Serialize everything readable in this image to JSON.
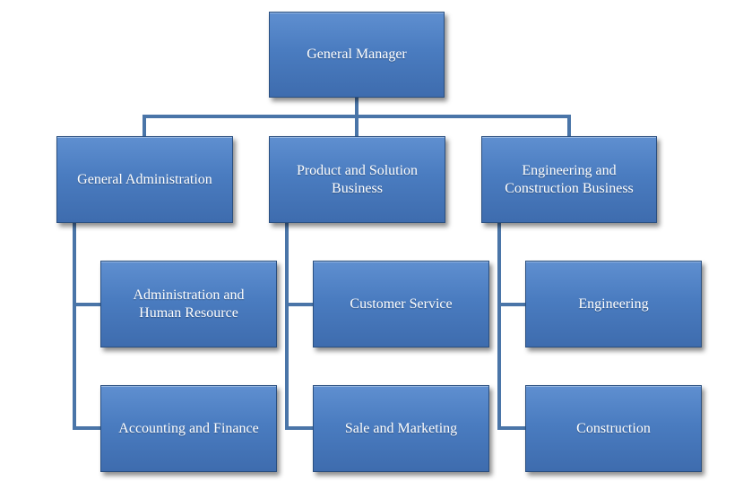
{
  "org_chart": {
    "root": {
      "label": "General Manager"
    },
    "departments": [
      {
        "label": "General Administration",
        "units": [
          "Administration and\nHuman Resource",
          "Accounting and Finance"
        ]
      },
      {
        "label": "Product and Solution\nBusiness",
        "units": [
          "Customer Service",
          "Sale and Marketing"
        ]
      },
      {
        "label": "Engineering and\nConstruction Business",
        "units": [
          "Engineering",
          "Construction"
        ]
      }
    ],
    "colors": {
      "box_fill": "#4a7cc0",
      "box_border": "#2a4f80",
      "connector": "#4a75a8",
      "text": "#ffffff"
    }
  }
}
